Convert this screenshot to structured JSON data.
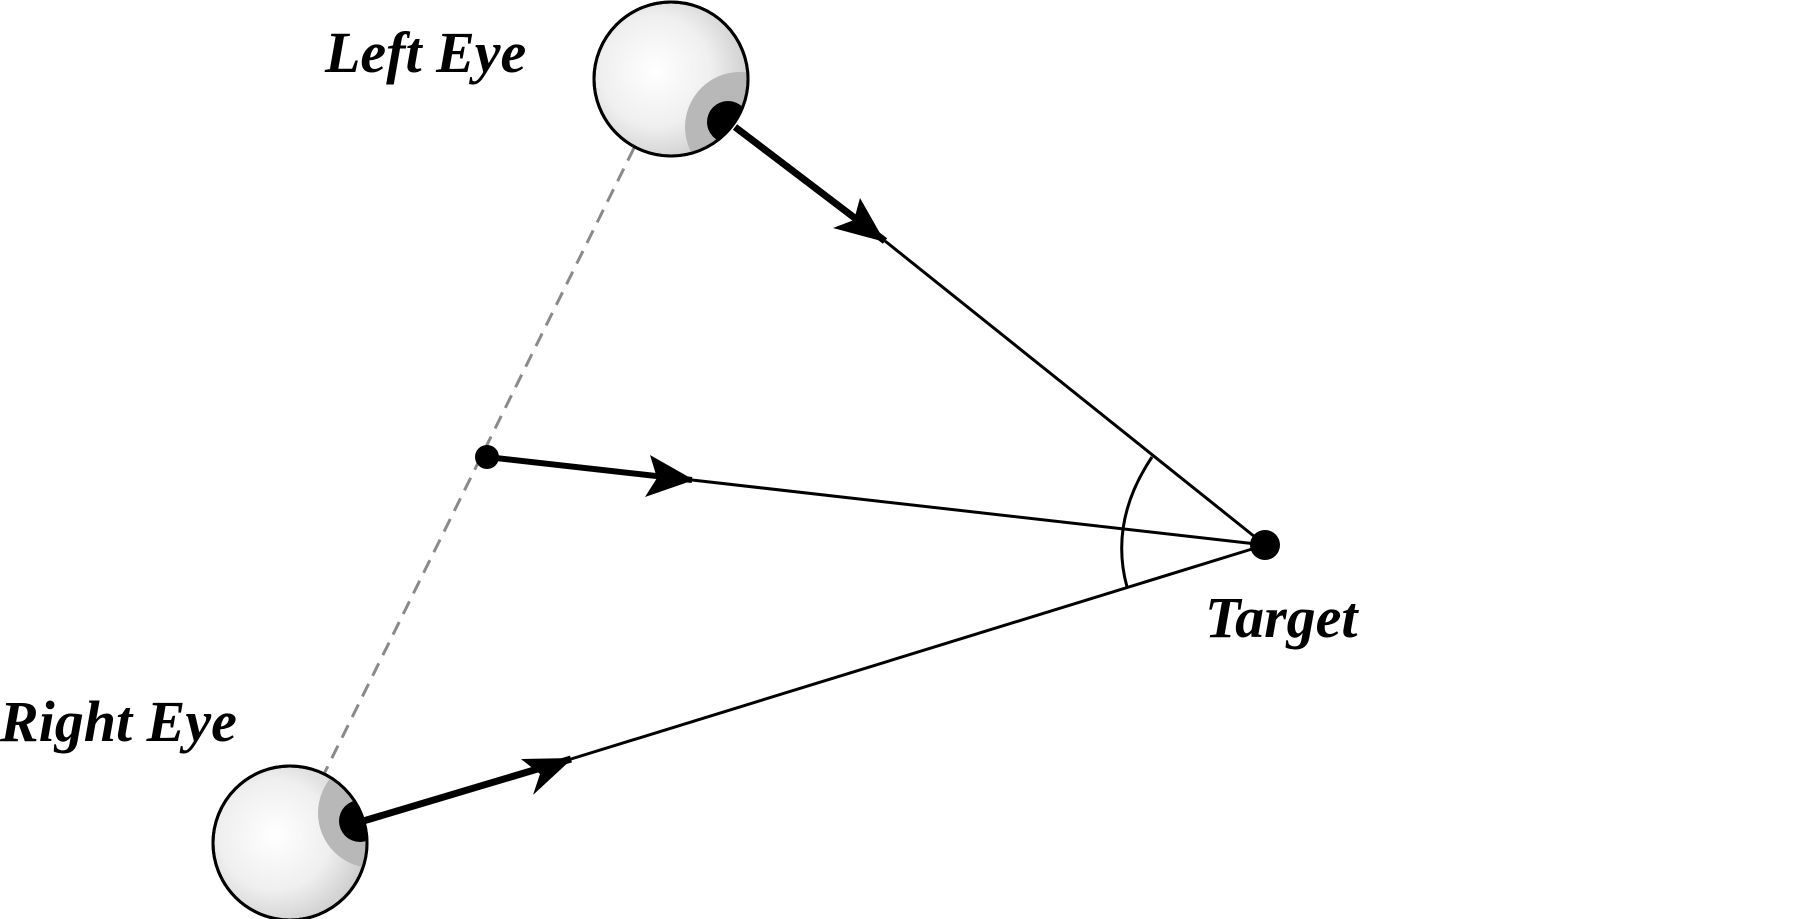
{
  "labels": {
    "left_eye": "Left Eye",
    "right_eye": "Right Eye",
    "target": "Target"
  },
  "colors": {
    "stroke": "#000000",
    "dash": "#8a8a8a",
    "eye_fill_center": "#ffffff",
    "eye_fill_edge": "#cfcfcf",
    "iris": "#b8b8b8",
    "pupil": "#000000",
    "background": "#ffffff"
  }
}
